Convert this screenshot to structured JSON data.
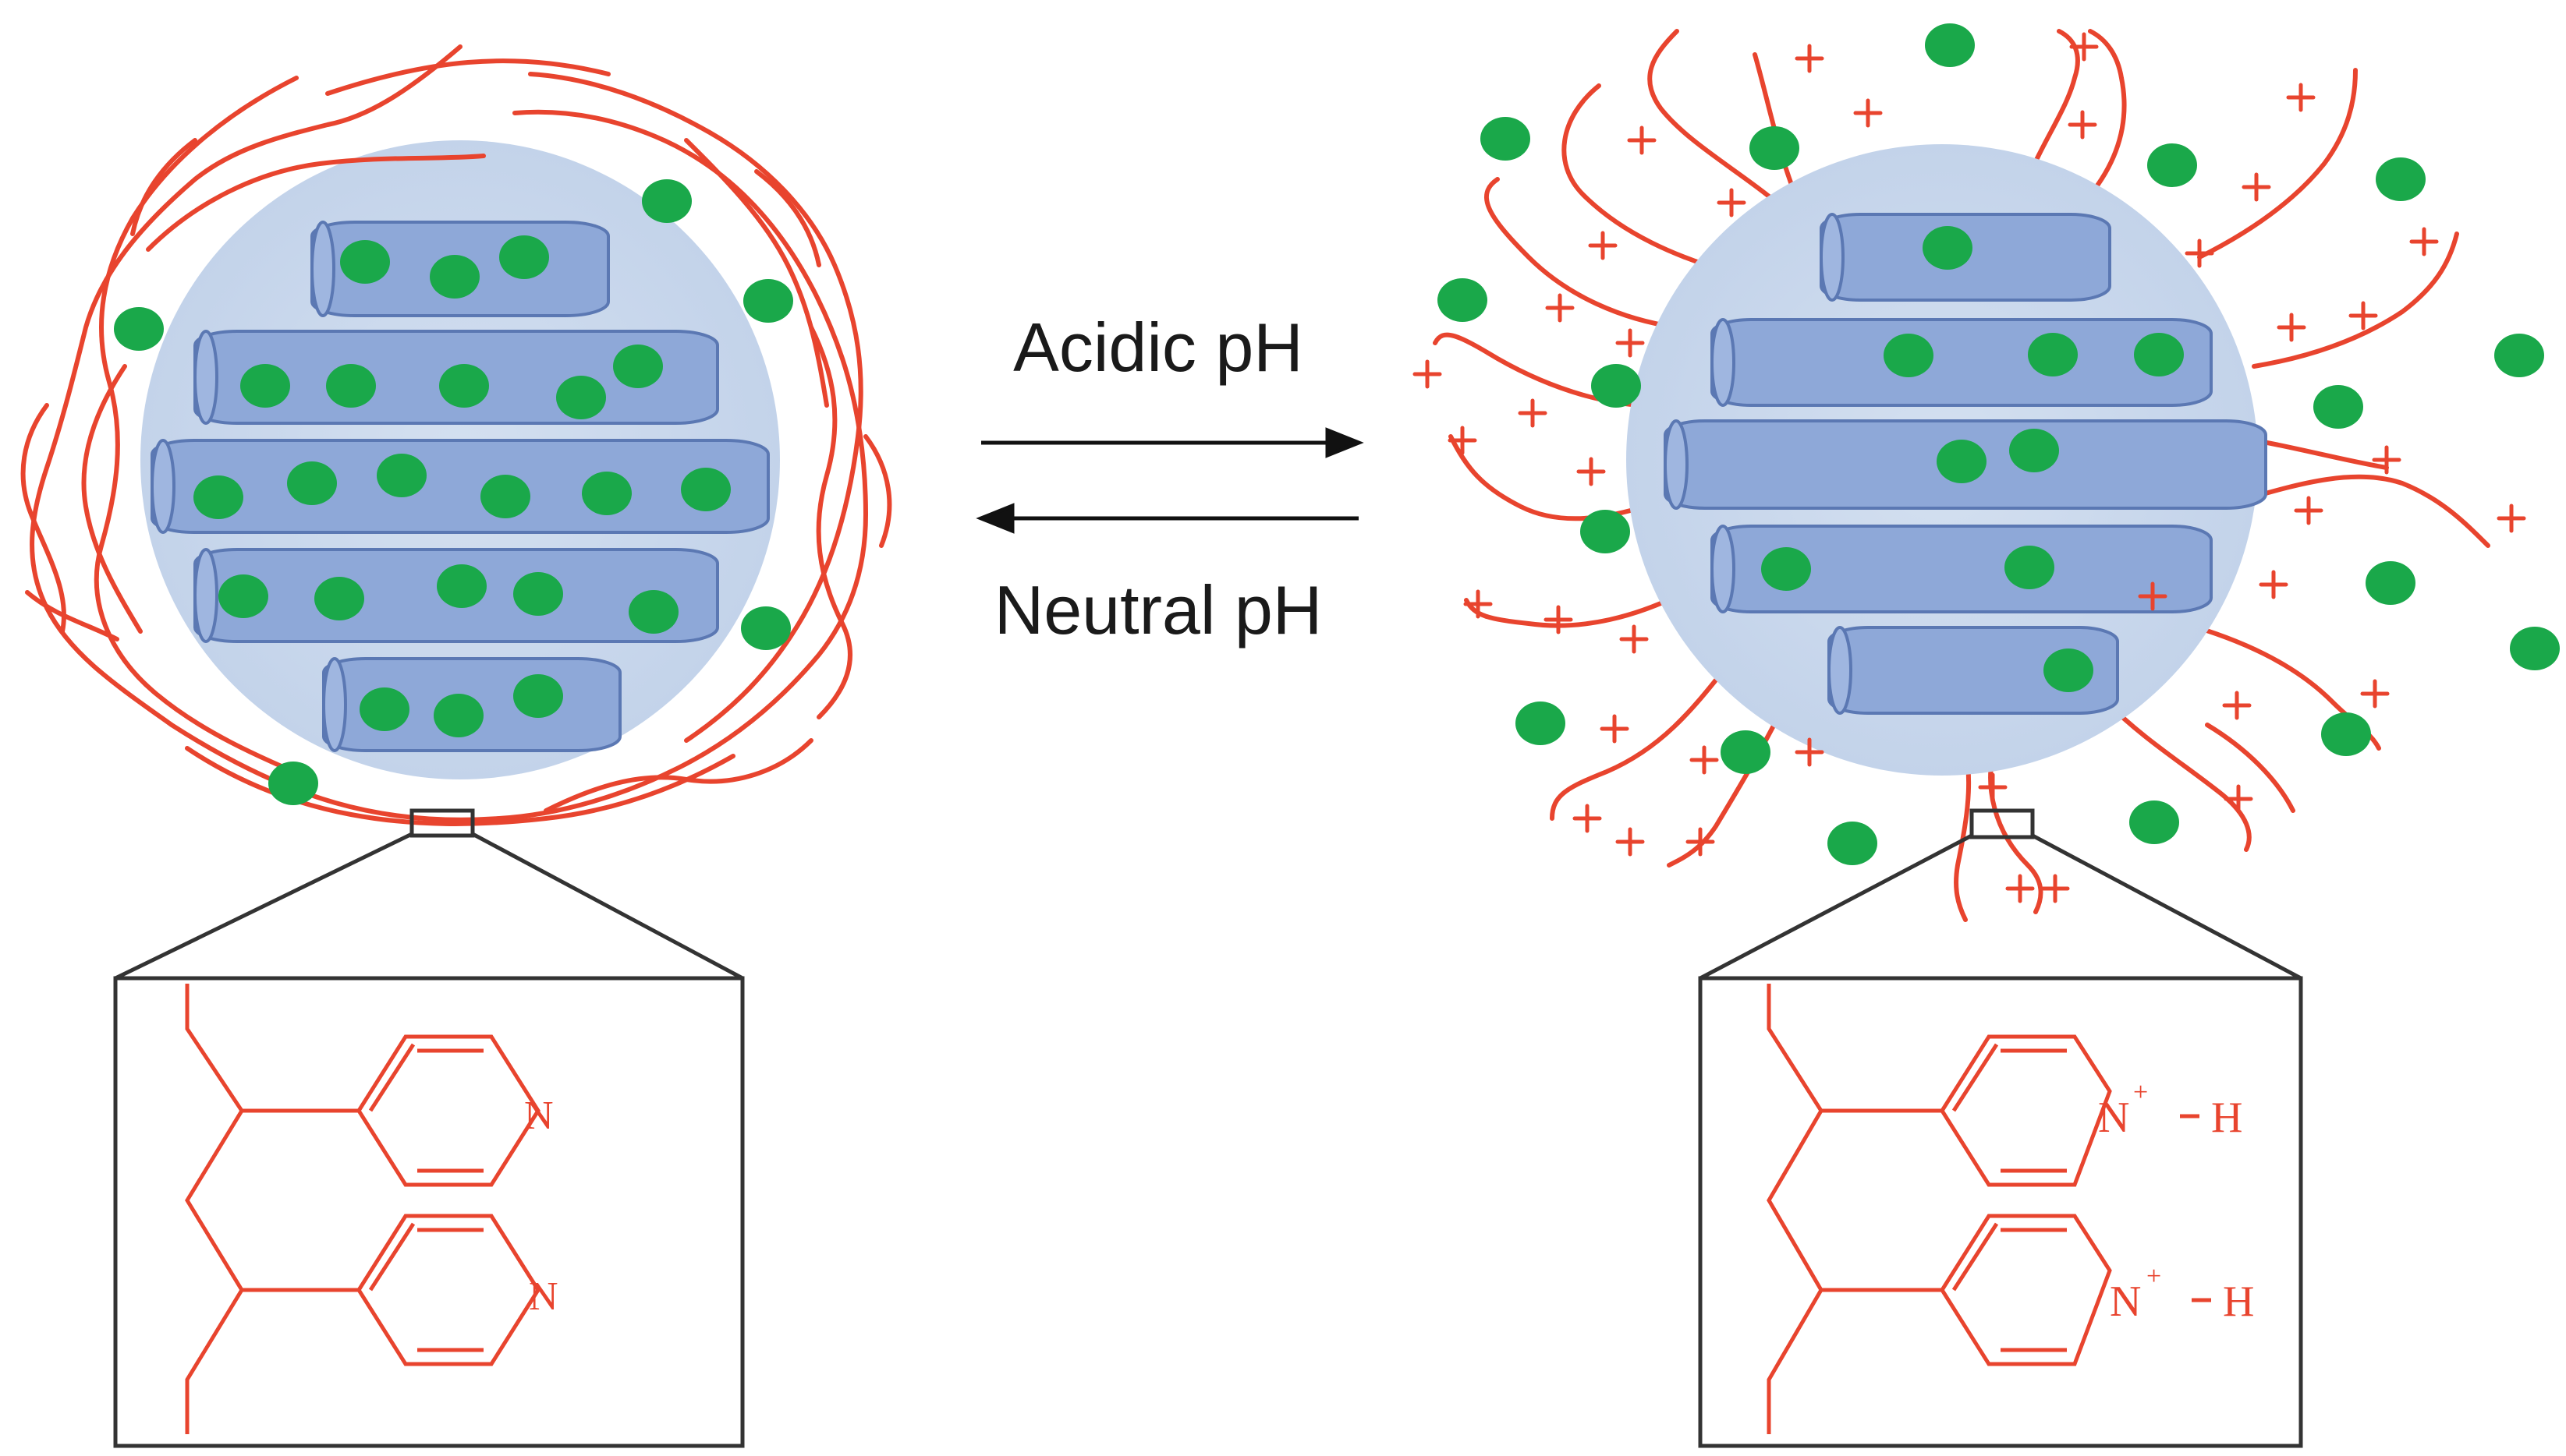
{
  "arrows": {
    "forward_label": "Acidic pH",
    "reverse_label": "Neutral pH"
  },
  "chemistry": {
    "left_atom": "N",
    "right_atom": "N",
    "right_charge": "+",
    "right_bond_h": "H"
  },
  "colors": {
    "polymer": "#e8442e",
    "particle_halo": "#c9d7eb",
    "pore_channel": "#8ea8d8",
    "pore_outline": "#5b78b3",
    "cargo": "#1aa84a",
    "arrow": "#111111",
    "box_outline": "#333333"
  }
}
